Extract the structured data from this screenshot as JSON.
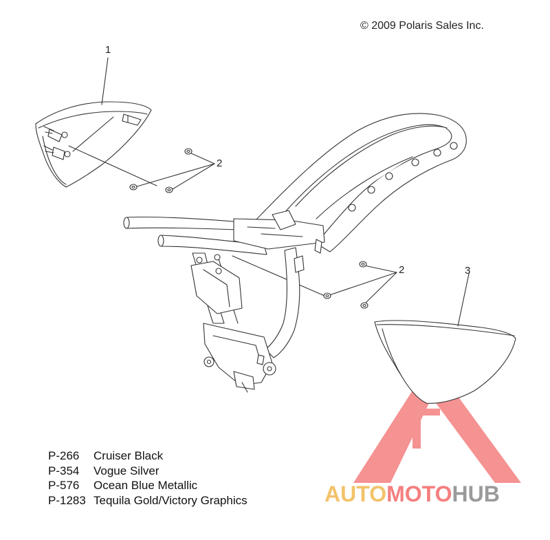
{
  "copyright": "© 2009 Polaris Sales Inc.",
  "callouts": [
    {
      "id": "1",
      "label": "1"
    },
    {
      "id": "2a",
      "label": "2"
    },
    {
      "id": "2b",
      "label": "2"
    },
    {
      "id": "3",
      "label": "3"
    }
  ],
  "color_legend": [
    {
      "code": "P-266",
      "name": "Cruiser Black"
    },
    {
      "code": "P-354",
      "name": "Vogue Silver"
    },
    {
      "code": "P-576",
      "name": "Ocean Blue Metallic"
    },
    {
      "code": "P-1283",
      "name": "Tequila Gold/Victory Graphics"
    }
  ],
  "watermark": {
    "part1": "AUTO",
    "part2": "MOTO",
    "part3": "HUB",
    "colors": {
      "part1": "#f2c36b",
      "part2": "#f47f7f",
      "part3": "#9a9a9a",
      "logo": "#f47f7f"
    }
  }
}
